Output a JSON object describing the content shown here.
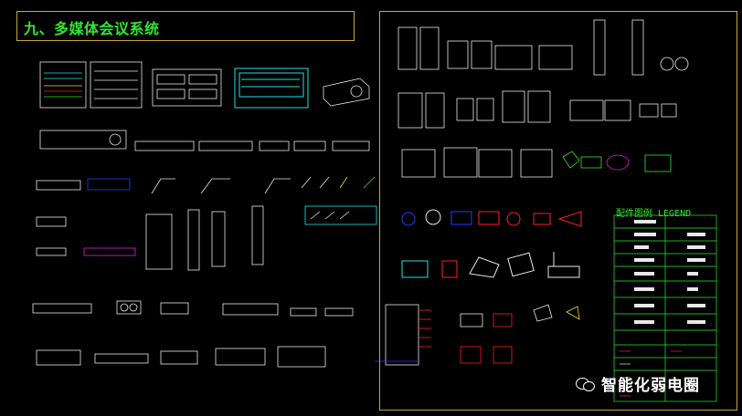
{
  "title": "九、多媒体会议系统",
  "legend_title": "配件图例 LEGEND",
  "watermark": "智能化弱电圈",
  "colors": {
    "background": "#000000",
    "frame": "#c9a640",
    "title_green": "#2ee82e",
    "cad_white": "#e8e8e8",
    "cad_cyan": "#22e0e0",
    "cad_blue": "#2040ff",
    "cad_red": "#ff2020",
    "cad_magenta": "#e020e0",
    "cad_yellow": "#f0e020"
  },
  "icons": [
    "wechat-logo-icon"
  ]
}
